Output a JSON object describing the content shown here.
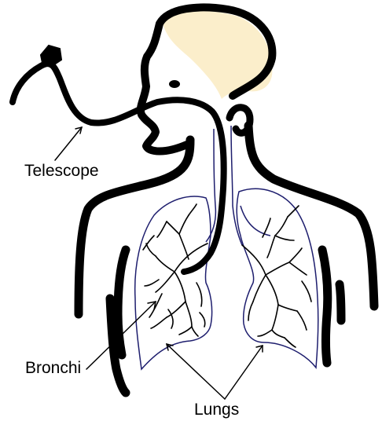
{
  "labels": {
    "telescope": "Telescope",
    "bronchi": "Bronchi",
    "lungs": "Lungs"
  },
  "colors": {
    "outline": "#000000",
    "hair": "#fbeecb",
    "lung_outline": "#1e1e6e",
    "bronchi_lines": "#000000"
  }
}
